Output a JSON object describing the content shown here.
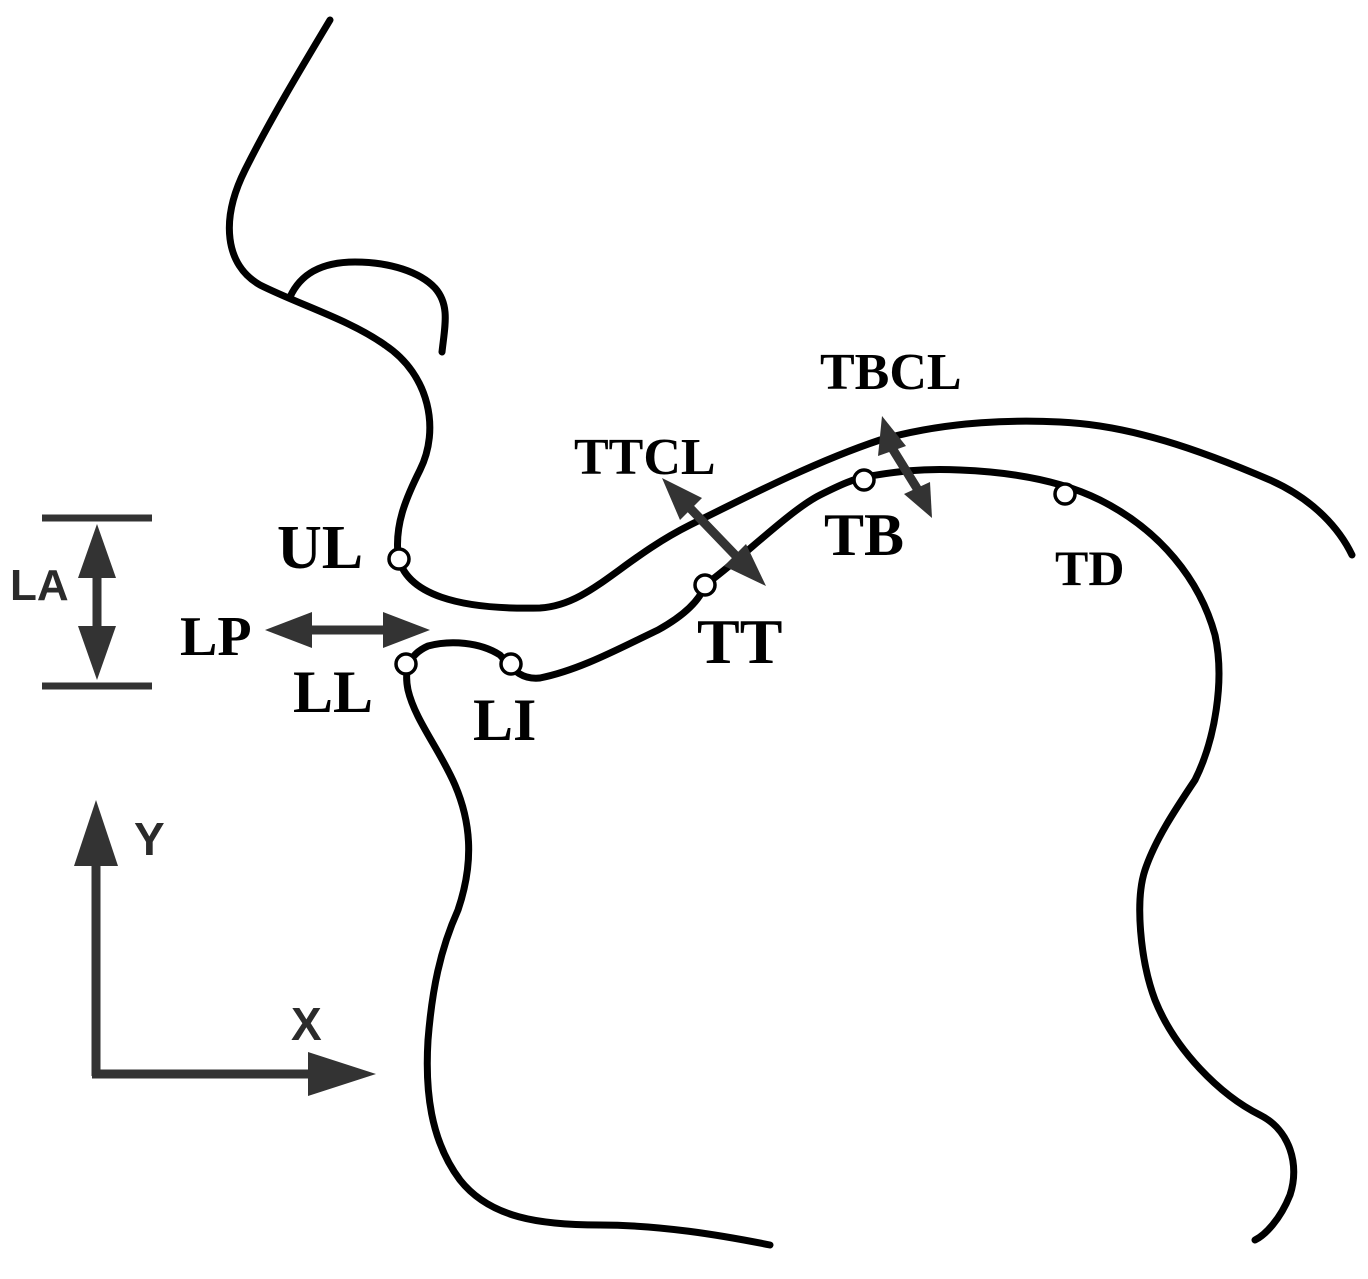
{
  "landmarks": {
    "UL": "UL",
    "LL": "LL",
    "LI": "LI",
    "TT": "TT",
    "TB": "TB",
    "TD": "TD"
  },
  "measures": {
    "TTCL": "TTCL",
    "TBCL": "TBCL",
    "LA": "LA",
    "LP": "LP"
  },
  "axes": {
    "x": "X",
    "y": "Y"
  },
  "colors": {
    "contour": "#000000",
    "arrows": "#333333",
    "background": "#ffffff"
  }
}
